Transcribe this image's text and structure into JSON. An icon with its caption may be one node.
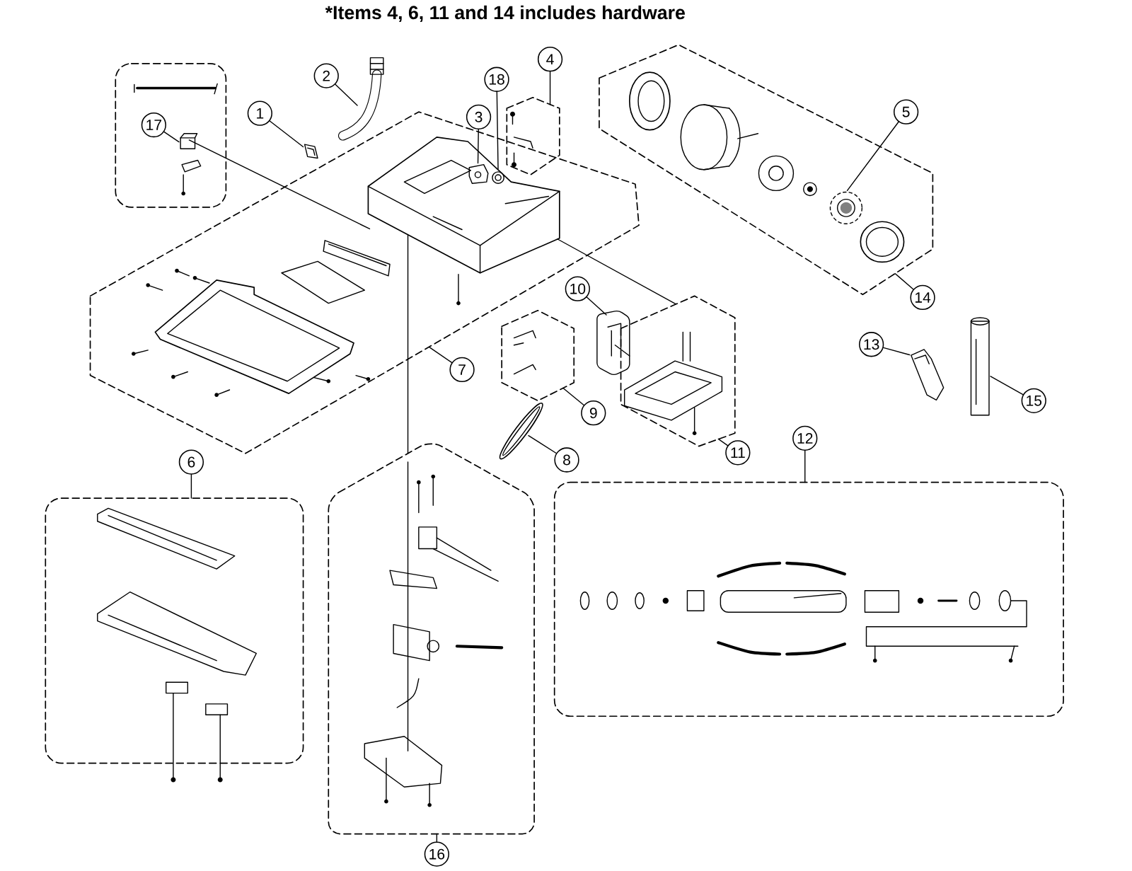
{
  "diagram": {
    "title": "*Items 4, 6, 11 and 14 includes hardware",
    "nodes": [
      {
        "text": [],
        "shape": "box"
      },
      {
        "text": [
          "17"
        ],
        "in": 0
      },
      {
        "text": [],
        "shape": "picture",
        "in": 0
      },
      {
        "text": [
          "1"
        ]
      },
      {
        "text": [],
        "shape": "picture"
      },
      {
        "text": [
          "2"
        ]
      },
      {
        "text": [],
        "shape": "picture"
      },
      {
        "text": [],
        "shape": "hexagon"
      },
      {
        "text": [],
        "shape": "picture",
        "in": 7
      },
      {
        "text": [
          "18"
        ]
      },
      {
        "text": [],
        "shape": "picture",
        "in": 8
      },
      {
        "text": [
          "3"
        ]
      },
      {
        "text": [],
        "shape": "picture",
        "in": 8
      },
      {
        "text": [
          "4"
        ]
      },
      {
        "text": [],
        "shape": "hexagon"
      },
      {
        "text": [
          "5"
        ]
      },
      {
        "text": [],
        "shape": "hexagon"
      },
      {
        "text": [],
        "shape": "picture",
        "in": 16
      },
      {
        "text": [
          "14"
        ]
      },
      {
        "text": [
          "7"
        ]
      },
      {
        "text": [
          "10"
        ]
      },
      {
        "text": [],
        "shape": "picture"
      },
      {
        "text": [],
        "shape": "hexagon"
      },
      {
        "text": [
          "9"
        ]
      },
      {
        "text": [],
        "shape": "picture"
      },
      {
        "text": [
          "8"
        ]
      },
      {
        "text": [],
        "shape": "hexagon"
      },
      {
        "text": [
          "11"
        ]
      },
      {
        "text": [
          "13"
        ]
      },
      {
        "text": [],
        "shape": "picture"
      },
      {
        "text": [],
        "shape": "picture"
      },
      {
        "text": [
          "15"
        ]
      },
      {
        "text": [
          "6"
        ]
      },
      {
        "text": [],
        "shape": "box"
      },
      {
        "text": [],
        "shape": "pentagon"
      },
      {
        "text": [
          "16"
        ]
      },
      {
        "text": [
          "12"
        ]
      },
      {
        "text": [],
        "shape": "box"
      }
    ],
    "edges": [
      {
        "from": 1,
        "to": 2,
        "arrow": "none"
      },
      {
        "from": 3,
        "to": 4,
        "arrow": "none"
      },
      {
        "from": 5,
        "to": 6,
        "arrow": "none"
      },
      {
        "from": 9,
        "to": 12,
        "arrow": "none"
      },
      {
        "from": 11,
        "to": 10,
        "arrow": "none"
      },
      {
        "from": 13,
        "to": 14,
        "arrow": "none"
      },
      {
        "from": 15,
        "to": 17,
        "arrow": "none"
      },
      {
        "from": 18,
        "to": 16,
        "arrow": "none"
      },
      {
        "from": 19,
        "to": 7,
        "arrow": "none"
      },
      {
        "from": 20,
        "to": 21,
        "arrow": "none"
      },
      {
        "from": 23,
        "to": 22,
        "arrow": "none"
      },
      {
        "from": 25,
        "to": 24,
        "arrow": "none"
      },
      {
        "from": 27,
        "to": 26,
        "arrow": "none"
      },
      {
        "from": 28,
        "to": 29,
        "arrow": "none"
      },
      {
        "from": 31,
        "to": 30,
        "arrow": "none"
      },
      {
        "from": 32,
        "to": 33,
        "arrow": "none"
      },
      {
        "from": 35,
        "to": 34,
        "arrow": "none"
      },
      {
        "from": 36,
        "to": 37,
        "arrow": "none"
      },
      {
        "from": 2,
        "to": 8,
        "arrow": "none"
      },
      {
        "from": 8,
        "to": 26,
        "arrow": "none"
      },
      {
        "from": 8,
        "to": 34,
        "arrow": "none"
      }
    ]
  }
}
